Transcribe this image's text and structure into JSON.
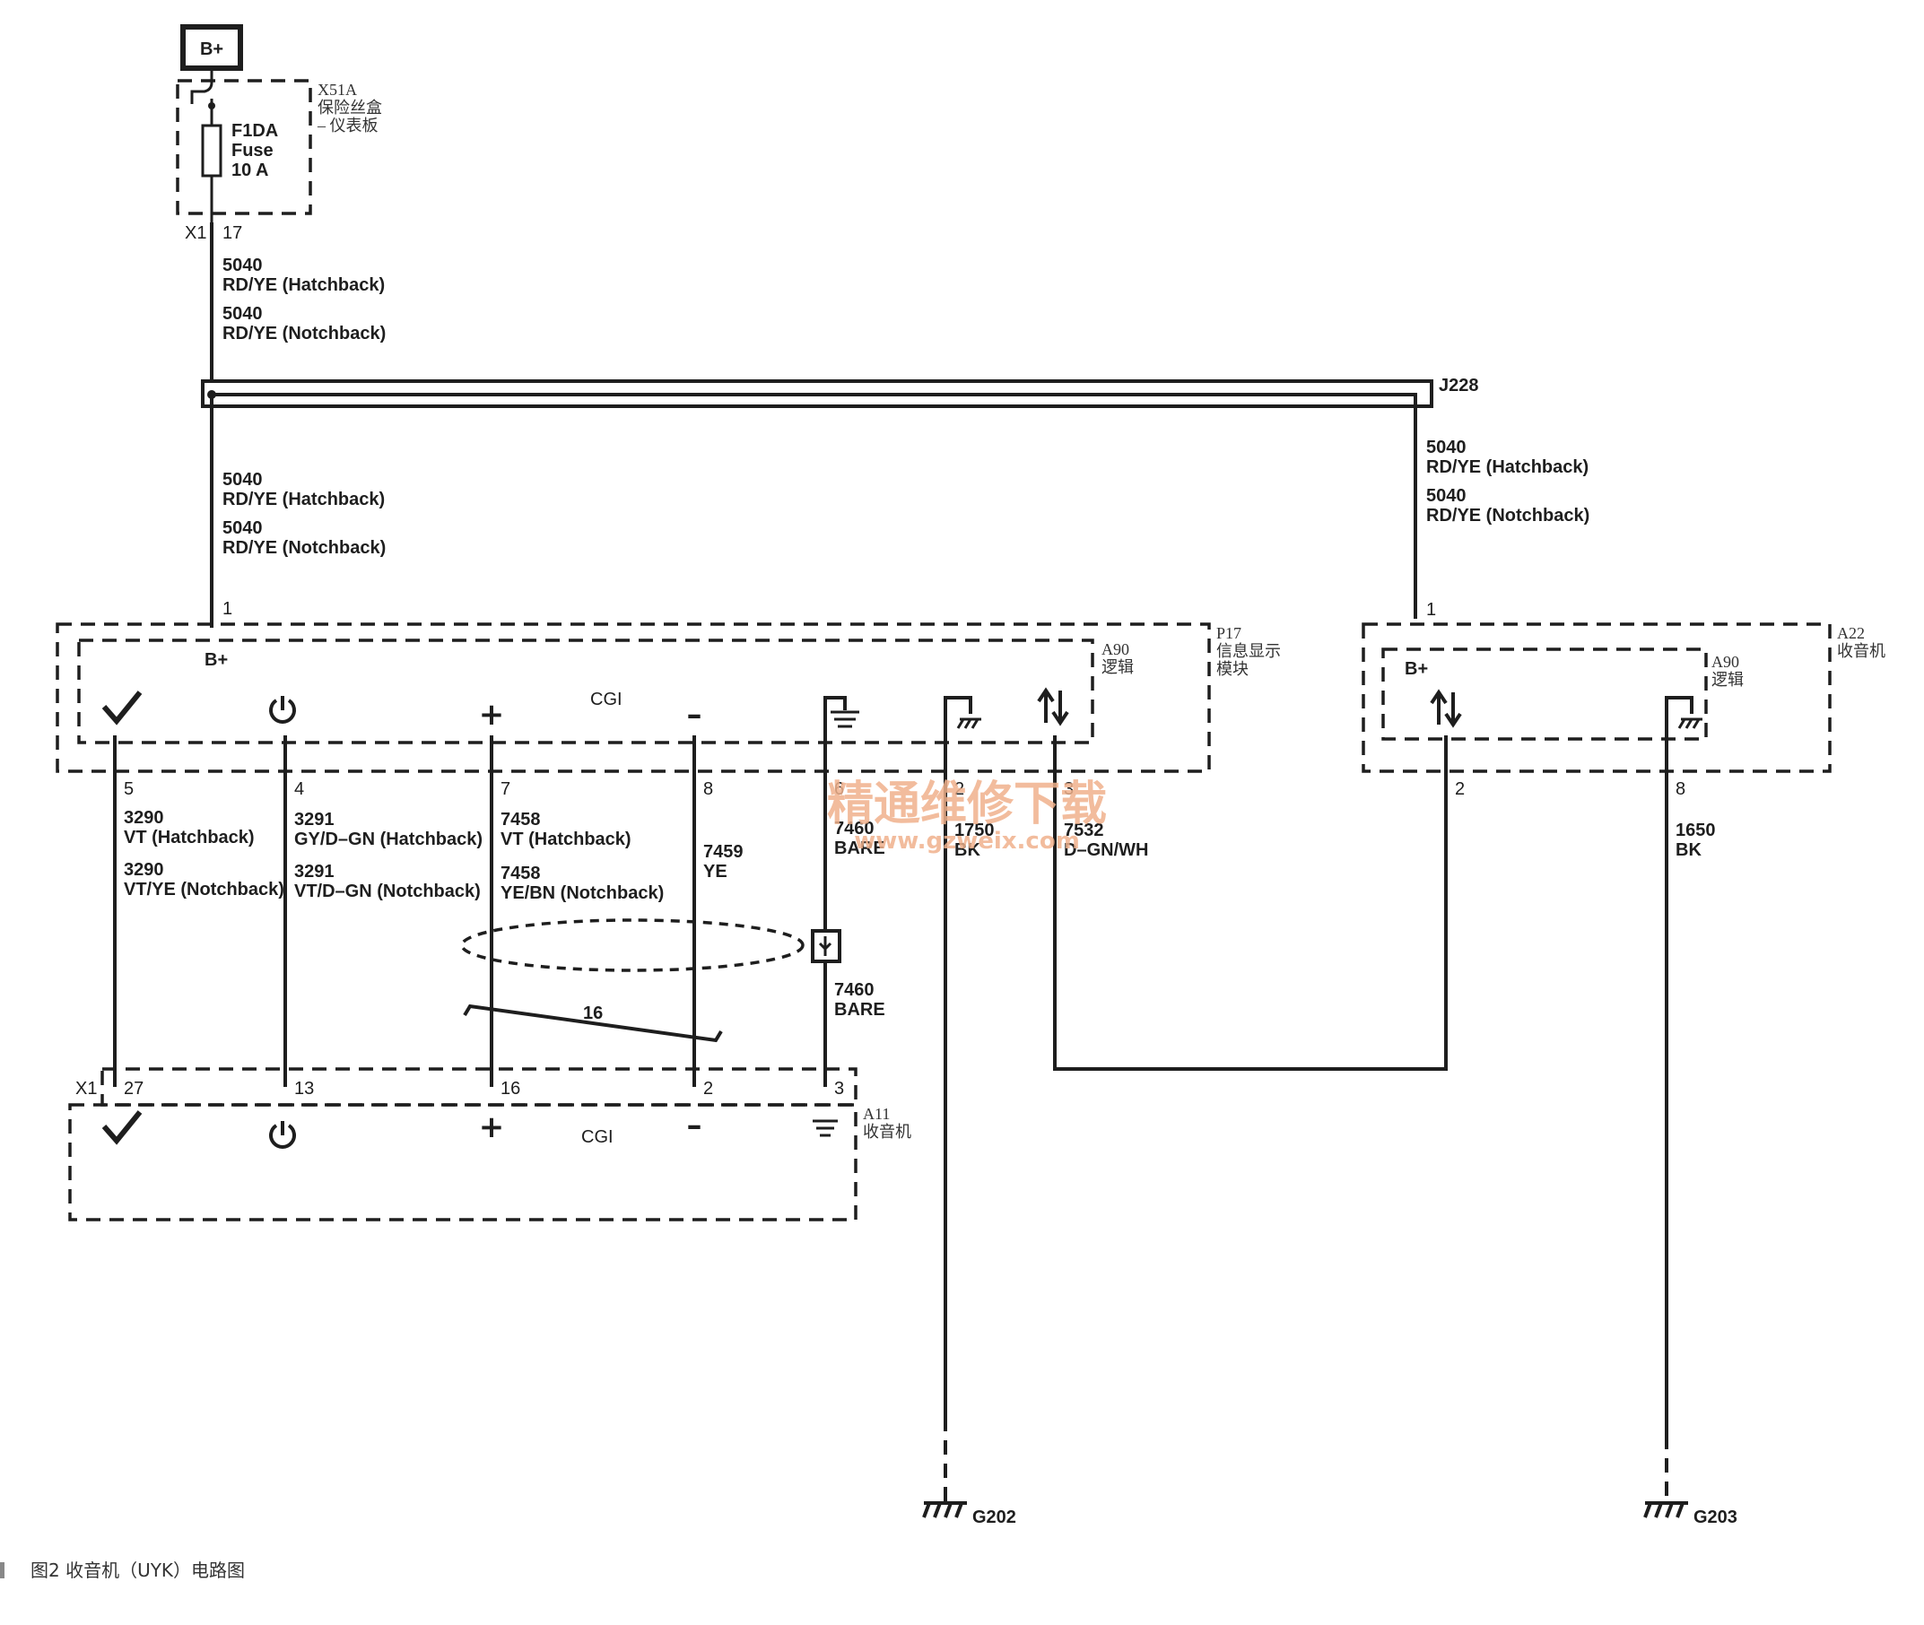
{
  "battery": "B+",
  "fuse_block": {
    "ref": "X51A",
    "name_1": "保险丝盒",
    "name_2": "– 仪表板",
    "fuse_name": "F1DA",
    "fuse_word": "Fuse",
    "fuse_rating": "10 A",
    "connector": "X1",
    "pin": "17"
  },
  "wire_top": {
    "c1": "5040",
    "t1": "RD/YE (Hatchback)",
    "c2": "5040",
    "t2": "RD/YE (Notchback)"
  },
  "wire_mid": {
    "c1": "5040",
    "t1": "RD/YE (Hatchback)",
    "c2": "5040",
    "t2": "RD/YE (Notchback)"
  },
  "wire_right": {
    "c1": "5040",
    "t1": "RD/YE (Hatchback)",
    "c2": "5040",
    "t2": "RD/YE (Notchback)"
  },
  "splice": "J228",
  "p17": {
    "ref": "P17",
    "name_1": "信息显示",
    "name_2": "模块",
    "inner_ref": "A90",
    "inner_name": "逻辑",
    "pin_b": "1",
    "bplus": "B+",
    "cgi": "CGI",
    "plus": "+",
    "minus": "–"
  },
  "a22": {
    "ref": "A22",
    "name": "收音机",
    "inner_ref": "A90",
    "inner_name": "逻辑",
    "pin_b": "1",
    "bplus": "B+"
  },
  "wires": [
    {
      "pin": "5",
      "c1": "3290",
      "t1": "VT (Hatchback)",
      "c2": "3290",
      "t2": "VT/YE (Notchback)"
    },
    {
      "pin": "4",
      "c1": "3291",
      "t1": "GY/D–GN (Hatchback)",
      "c2": "3291",
      "t2": "VT/D–GN (Notchback)"
    },
    {
      "pin": "7",
      "c1": "7458",
      "t1": "VT (Hatchback)",
      "c2": "7458",
      "t2": "YE/BN (Notchback)"
    },
    {
      "pin": "8",
      "c1": "7459",
      "t1": "YE"
    },
    {
      "pin": "6",
      "c1": "7460",
      "t1": "BARE",
      "c2": "7460",
      "t2": "BARE"
    },
    {
      "pin": "2",
      "c1": "1750",
      "t1": "BK"
    },
    {
      "pin": "3",
      "c1": "7532",
      "t1": "D–GN/WH"
    }
  ],
  "a22_wires": [
    {
      "pin": "2"
    },
    {
      "pin": "8",
      "c1": "1650",
      "t1": "BK"
    }
  ],
  "twist_count": "16",
  "a11": {
    "ref": "A11",
    "name": "收音机",
    "connector": "X1",
    "pins": [
      "27",
      "13",
      "16",
      "2",
      "3"
    ],
    "cgi": "CGI",
    "plus": "+",
    "minus": "–"
  },
  "grounds": [
    "G202",
    "G203"
  ],
  "watermark": {
    "line1": "精通维修下载",
    "line2": "www.gzweix.com"
  },
  "caption": "图2   收音机（UYK）电路图"
}
